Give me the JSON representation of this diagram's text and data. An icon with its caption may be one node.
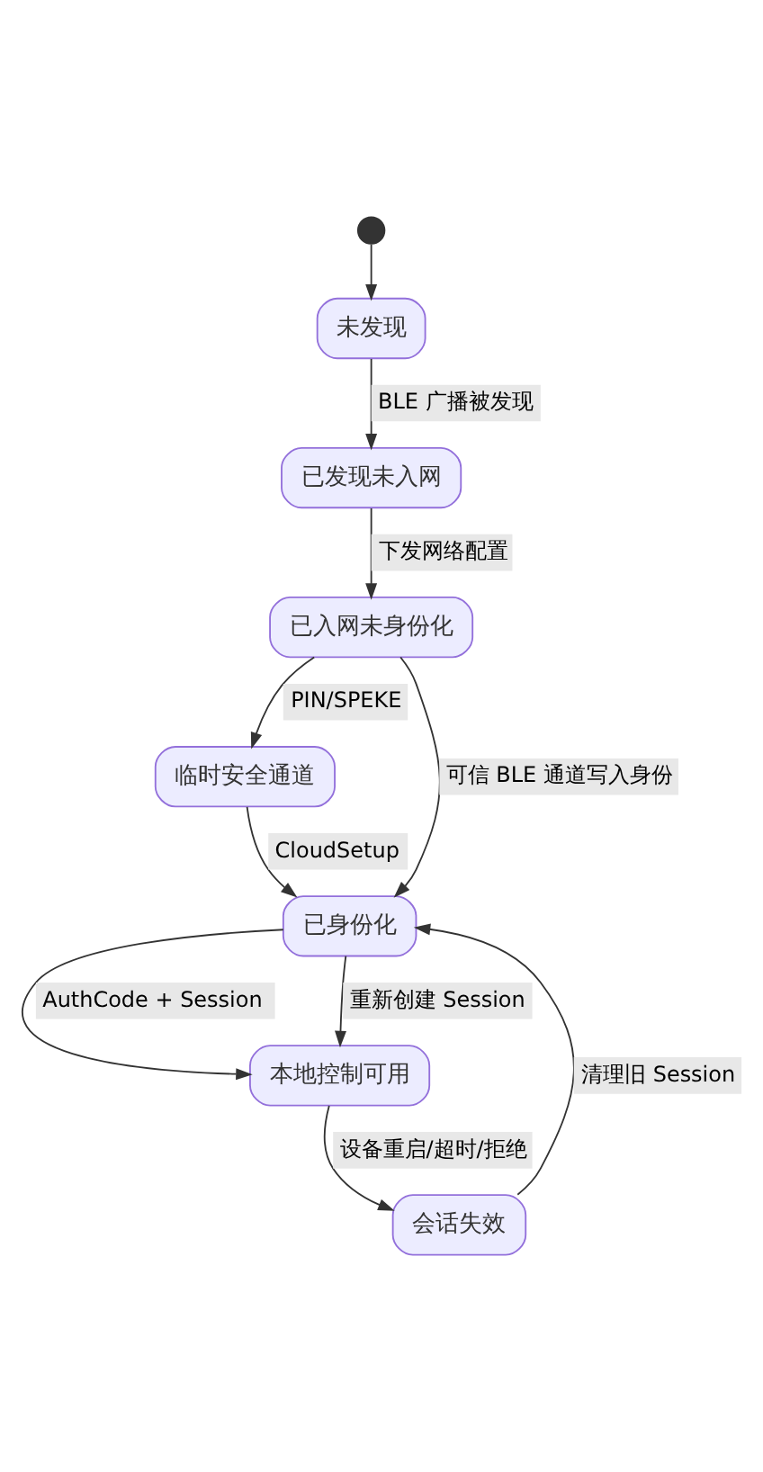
{
  "diagram": {
    "nodes": [
      {
        "text": [],
        "shape": "circle"
      },
      {
        "text": [
          "未发现"
        ]
      },
      {
        "text": [
          "已发现未入网"
        ]
      },
      {
        "text": [
          "已入网未身份化"
        ]
      },
      {
        "text": [
          "临时安全通道"
        ]
      },
      {
        "text": [
          "已身份化"
        ]
      },
      {
        "text": [
          "本地控制可用"
        ]
      },
      {
        "text": [
          "会话失效"
        ]
      }
    ],
    "edges": [
      {
        "from": 0,
        "to": 1,
        "arrow": "to"
      },
      {
        "from": 1,
        "to": 2,
        "arrow": "to",
        "label": "BLE 广播被发现"
      },
      {
        "from": 2,
        "to": 3,
        "arrow": "to",
        "label": "下发网络配置"
      },
      {
        "from": 3,
        "to": 4,
        "arrow": "to",
        "label": "PIN/SPEKE"
      },
      {
        "from": 3,
        "to": 5,
        "arrow": "to",
        "label": "可信 BLE 通道写入身份"
      },
      {
        "from": 4,
        "to": 5,
        "arrow": "to",
        "label": "CloudSetup"
      },
      {
        "from": 5,
        "to": 6,
        "arrow": "to",
        "label": "AuthCode + Session"
      },
      {
        "from": 5,
        "to": 6,
        "arrow": "to",
        "label": "重新创建 Session"
      },
      {
        "from": 6,
        "to": 7,
        "arrow": "to",
        "label": "设备重启/超时/拒绝"
      },
      {
        "from": 7,
        "to": 5,
        "arrow": "to",
        "label": "清理旧 Session"
      }
    ]
  }
}
